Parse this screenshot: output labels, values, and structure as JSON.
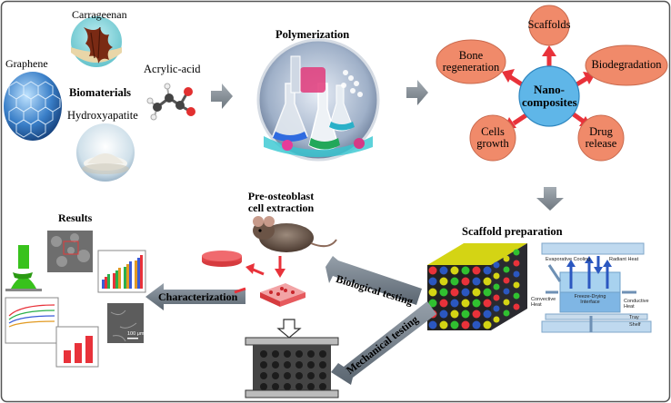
{
  "materials": {
    "carrageenan": "Carrageenan",
    "graphene": "Graphene",
    "biomaterials": "Biomaterials",
    "hydroxyapatite": "Hydroxyapatite",
    "acrylic_acid": "Acrylic-acid"
  },
  "polymerization": "Polymerization",
  "nanocomposites": {
    "hub": "Nano-\ncomposites",
    "satellites": [
      "Scaffolds",
      "Bone\nregeneration",
      "Biodegradation",
      "Cells\ngrowth",
      "Drug\nrelease"
    ]
  },
  "scaffold_preparation": {
    "title": "Scaffold preparation",
    "labels": {
      "evaporative": "Evaporative Cooling",
      "radiant": "Radiant Heat",
      "convective": "Convective\nHeat",
      "interface": "Freeze-Drying\nInterface",
      "conductive": "Conductive\nHeat",
      "tray": "Tray",
      "shelf": "Shelf"
    }
  },
  "pre_osteoblast": "Pre-osteoblast\ncell extraction",
  "results": "Results",
  "arrows": {
    "biological": "Biological testing",
    "characterization": "Characterization",
    "mechanical": "Mechanical testing"
  },
  "scale_bar": "100 μm",
  "colors": {
    "salmon": "#f08a6a",
    "hub": "#5fb6e8",
    "red_arrow": "#e8323a",
    "grey_arrow": "#8a9299",
    "dark_arrow": "#6f7a85"
  }
}
